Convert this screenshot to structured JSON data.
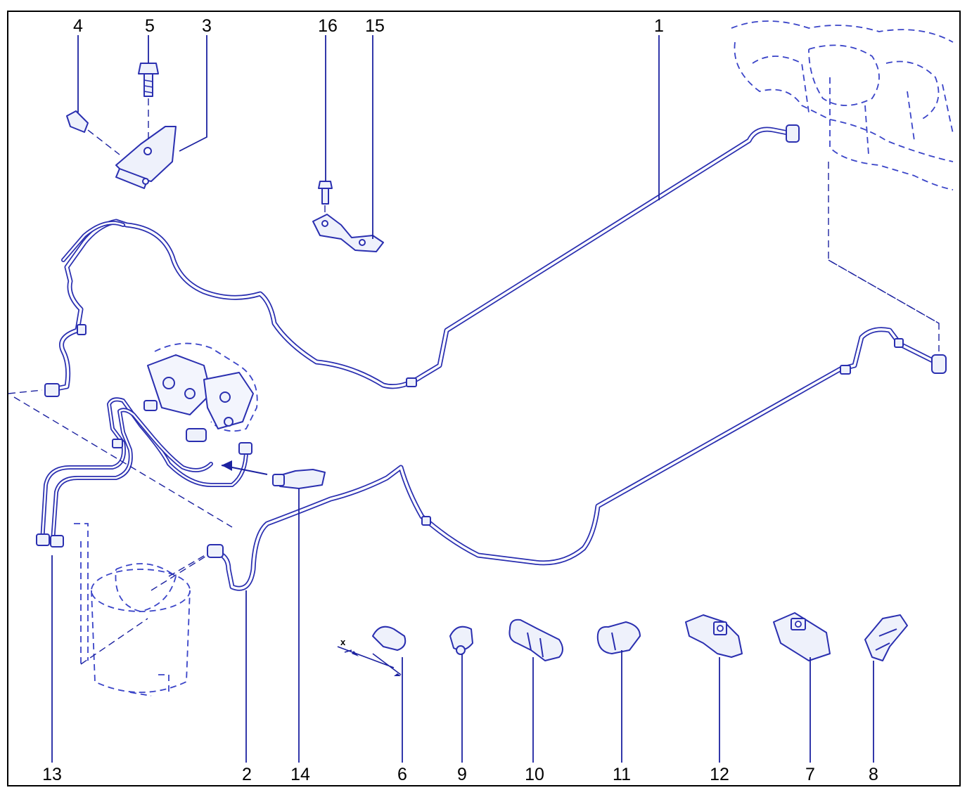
{
  "diagram": {
    "callouts": [
      {
        "id": "c4",
        "label": "4"
      },
      {
        "id": "c5",
        "label": "5"
      },
      {
        "id": "c3",
        "label": "3"
      },
      {
        "id": "c16",
        "label": "16"
      },
      {
        "id": "c15",
        "label": "15"
      },
      {
        "id": "c1",
        "label": "1"
      },
      {
        "id": "c13",
        "label": "13"
      },
      {
        "id": "c2",
        "label": "2"
      },
      {
        "id": "c14",
        "label": "14"
      },
      {
        "id": "c6",
        "label": "6"
      },
      {
        "id": "c9",
        "label": "9"
      },
      {
        "id": "c10",
        "label": "10"
      },
      {
        "id": "c11",
        "label": "11"
      },
      {
        "id": "c12",
        "label": "12"
      },
      {
        "id": "c7",
        "label": "7"
      },
      {
        "id": "c8",
        "label": "8"
      }
    ],
    "dimension_label": "x",
    "colors": {
      "line": "#2a2fb0",
      "leader": "#1c22a0",
      "label": "#000000",
      "frame": "#000000",
      "background": "#ffffff"
    }
  }
}
